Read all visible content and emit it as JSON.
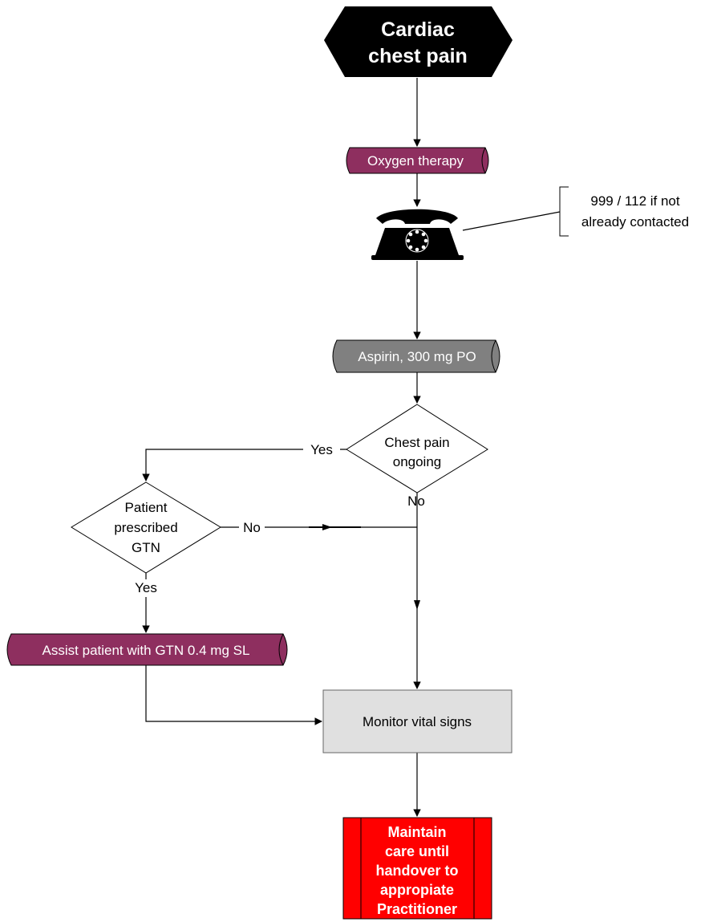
{
  "nodes": {
    "start": {
      "line1": "Cardiac",
      "line2": "chest pain"
    },
    "oxygen": {
      "label": "Oxygen therapy",
      "color": "#8e2f5f"
    },
    "phone": {
      "icon": "telephone-icon",
      "note_line1": "999 / 112 if not",
      "note_line2": "already contacted"
    },
    "aspirin": {
      "label": "Aspirin, 300 mg PO",
      "color": "#808080"
    },
    "decision_pain": {
      "line1": "Chest pain",
      "line2": "ongoing"
    },
    "decision_gtn": {
      "line1": "Patient",
      "line2": "prescribed",
      "line3": "GTN"
    },
    "assist_gtn": {
      "label": "Assist patient with GTN 0.4 mg SL",
      "color": "#8e2f5f"
    },
    "monitor": {
      "label": "Monitor vital signs",
      "color": "#e0e0e0"
    },
    "end": {
      "line1": "Maintain",
      "line2": "care until",
      "line3": "handover to",
      "line4": "appropiate",
      "line5": "Practitioner",
      "color": "#ff0000"
    }
  },
  "edge_labels": {
    "pain_yes": "Yes",
    "pain_no": "No",
    "gtn_no": "No",
    "gtn_yes": "Yes"
  }
}
